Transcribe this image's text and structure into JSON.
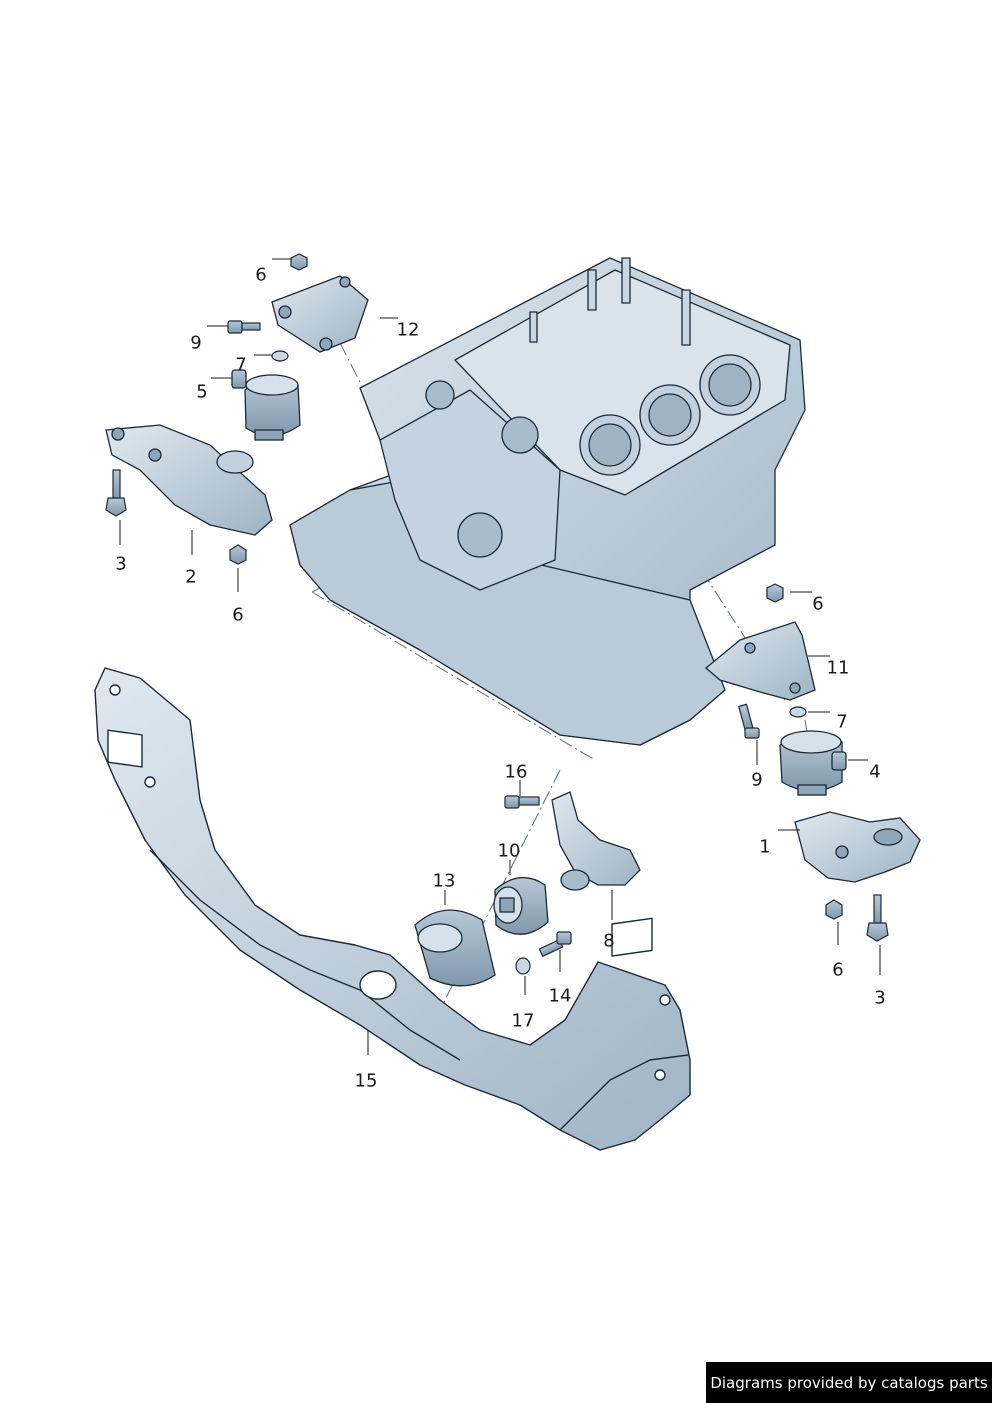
{
  "diagram": {
    "callouts": {
      "c1": "1",
      "c2": "2",
      "c3a": "3",
      "c3b": "3",
      "c4": "4",
      "c5": "5",
      "c6a": "6",
      "c6b": "6",
      "c6c": "6",
      "c6d": "6",
      "c7a": "7",
      "c7b": "7",
      "c8": "8",
      "c9a": "9",
      "c9b": "9",
      "c10": "10",
      "c11": "11",
      "c12": "12",
      "c13": "13",
      "c14": "14",
      "c15": "15",
      "c16": "16",
      "c17": "17"
    },
    "colors": {
      "part_fill": "#c9d7e2",
      "part_shade": "#a9bccb",
      "part_dark": "#8ea6b8",
      "outline": "#1b2a38",
      "leader": "#1a1a1a",
      "centerline": "#5b6b78"
    }
  },
  "footer": {
    "credit": "Diagrams provided by catalogs parts"
  }
}
